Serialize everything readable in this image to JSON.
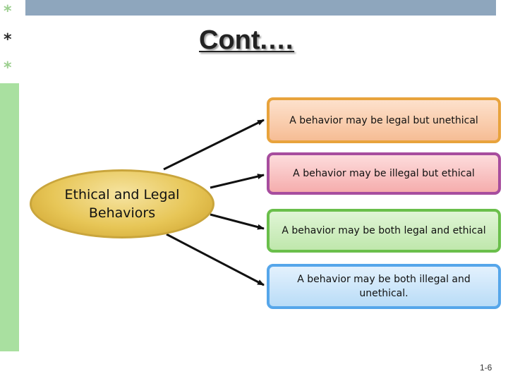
{
  "title": "Cont.…",
  "star_glyph": "*",
  "center": {
    "label": "Ethical and Legal Behaviors"
  },
  "outcomes": [
    {
      "label": "A behavior may be legal but unethical"
    },
    {
      "label": "A behavior may be illegal but ethical"
    },
    {
      "label": "A behavior may be both legal and ethical"
    },
    {
      "label": "A behavior may be both illegal and unethical."
    }
  ],
  "slide_number": "1-6",
  "colors": {
    "header_bar": "#8ea6bd",
    "side_accent": "#a9e0a0",
    "oval_fill": "#e7c657",
    "box1_border": "#e8a33c",
    "box2_border": "#a74d9e",
    "box3_border": "#6abf4b",
    "box4_border": "#56a6ea"
  }
}
